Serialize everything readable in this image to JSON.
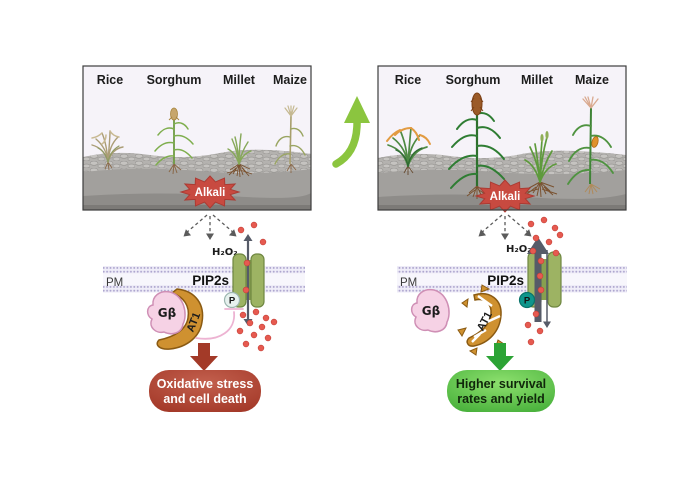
{
  "left_panel": {
    "plants": [
      "Rice",
      "Sorghum",
      "Millet",
      "Maize"
    ],
    "alkali": "Alkali"
  },
  "right_panel": {
    "plants": [
      "Rice",
      "Sorghum",
      "Millet",
      "Maize"
    ],
    "alkali": "Alkali"
  },
  "left_pathway": {
    "h2o2": "H₂O₂",
    "pm": "PM",
    "pip2s": "PIP2s",
    "gbeta": "Gβ",
    "at1": "AT1",
    "phospho": "P",
    "outcome_line1": "Oxidative stress",
    "outcome_line2": "and cell death"
  },
  "right_pathway": {
    "h2o2": "H₂O₂",
    "pm": "PM",
    "pip2s": "PIP2s",
    "gbeta": "Gβ",
    "at1": "AT1",
    "phospho": "P",
    "outcome_line1": "Higher survival",
    "outcome_line2": "rates and yield"
  },
  "colors": {
    "alkali_red": "#c84a40",
    "h2o2_dot_red": "#e65a50",
    "outcome_negative_red": "#9e3222",
    "outcome_positive_green": "#3da933",
    "channel_green": "#9db363",
    "membrane_lavender": "#aba3cd",
    "gbeta_pink": "#f6d2e5",
    "at1_orange": "#cf9130",
    "transition_arrow_green": "#8bc53f",
    "panel_background": "#f6f3f9"
  }
}
